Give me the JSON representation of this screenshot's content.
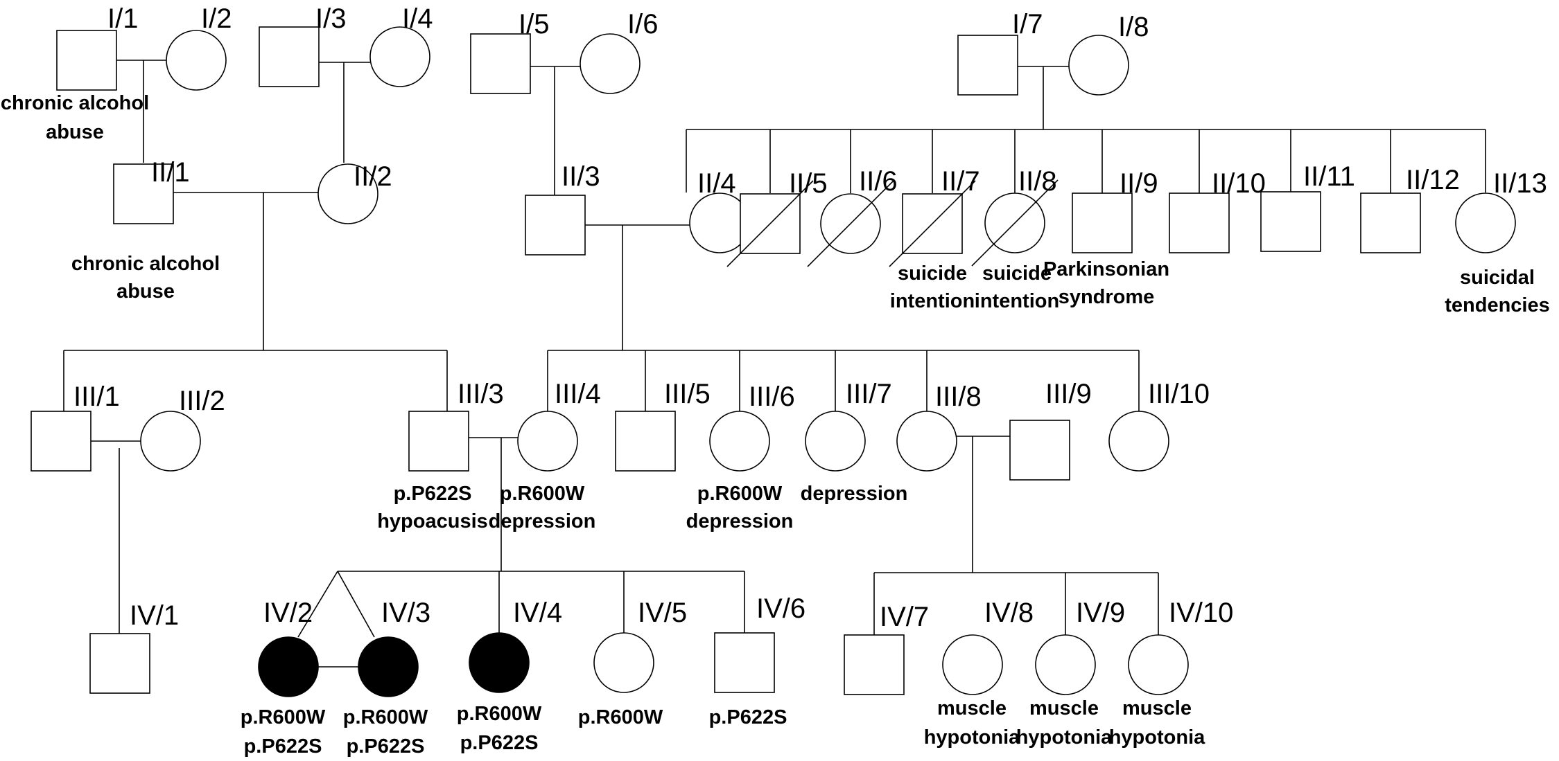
{
  "individuals": [
    {
      "id": "I/1",
      "sex": "male",
      "notes": [
        "chronic alcohol",
        "abuse"
      ]
    },
    {
      "id": "I/2",
      "sex": "female",
      "notes": []
    },
    {
      "id": "I/3",
      "sex": "male",
      "notes": []
    },
    {
      "id": "I/4",
      "sex": "female",
      "notes": []
    },
    {
      "id": "I/5",
      "sex": "male",
      "notes": []
    },
    {
      "id": "I/6",
      "sex": "female",
      "notes": []
    },
    {
      "id": "I/7",
      "sex": "male",
      "notes": []
    },
    {
      "id": "I/8",
      "sex": "female",
      "notes": []
    },
    {
      "id": "II/1",
      "sex": "male",
      "notes": [
        "chronic alcohol",
        "abuse"
      ]
    },
    {
      "id": "II/2",
      "sex": "female",
      "notes": []
    },
    {
      "id": "II/3",
      "sex": "male",
      "notes": []
    },
    {
      "id": "II/4",
      "sex": "female",
      "notes": []
    },
    {
      "id": "II/5",
      "sex": "male",
      "deceased": true,
      "notes": []
    },
    {
      "id": "II/6",
      "sex": "female",
      "deceased": true,
      "notes": []
    },
    {
      "id": "II/7",
      "sex": "male",
      "deceased": true,
      "notes": [
        "suicide",
        "intention"
      ]
    },
    {
      "id": "II/8",
      "sex": "female",
      "deceased": true,
      "notes": [
        "suicide",
        "intention"
      ]
    },
    {
      "id": "II/9",
      "sex": "male",
      "notes": [
        "Parkinsonian",
        "syndrome"
      ]
    },
    {
      "id": "II/10",
      "sex": "male",
      "notes": []
    },
    {
      "id": "II/11",
      "sex": "male",
      "notes": []
    },
    {
      "id": "II/12",
      "sex": "male",
      "notes": []
    },
    {
      "id": "II/13",
      "sex": "female",
      "notes": [
        "suicidal",
        "tendencies"
      ]
    },
    {
      "id": "III/1",
      "sex": "male",
      "notes": []
    },
    {
      "id": "III/2",
      "sex": "female",
      "notes": []
    },
    {
      "id": "III/3",
      "sex": "male",
      "notes": [
        "p.P622S",
        "hypoacusis"
      ]
    },
    {
      "id": "III/4",
      "sex": "female",
      "notes": [
        "p.R600W",
        "depression"
      ]
    },
    {
      "id": "III/5",
      "sex": "male",
      "notes": []
    },
    {
      "id": "III/6",
      "sex": "female",
      "notes": [
        "p.R600W",
        "depression"
      ]
    },
    {
      "id": "III/7",
      "sex": "female",
      "notes": [
        "depression"
      ]
    },
    {
      "id": "III/8",
      "sex": "female",
      "notes": []
    },
    {
      "id": "III/9",
      "sex": "male",
      "notes": []
    },
    {
      "id": "III/10",
      "sex": "female",
      "notes": []
    },
    {
      "id": "IV/1",
      "sex": "male",
      "notes": []
    },
    {
      "id": "IV/2",
      "sex": "female",
      "affected": true,
      "notes": [
        "p.R600W",
        "p.P622S"
      ]
    },
    {
      "id": "IV/3",
      "sex": "female",
      "affected": true,
      "notes": [
        "p.R600W",
        "p.P622S"
      ]
    },
    {
      "id": "IV/4",
      "sex": "female",
      "affected": true,
      "notes": [
        "p.R600W",
        "p.P622S"
      ]
    },
    {
      "id": "IV/5",
      "sex": "female",
      "notes": [
        "p.R600W"
      ]
    },
    {
      "id": "IV/6",
      "sex": "male",
      "notes": [
        "p.P622S"
      ]
    },
    {
      "id": "IV/7",
      "sex": "male",
      "notes": []
    },
    {
      "id": "IV/8",
      "sex": "female",
      "notes": [
        "muscle",
        "hypotonia"
      ]
    },
    {
      "id": "IV/9",
      "sex": "female",
      "notes": [
        "muscle",
        "hypotonia"
      ]
    },
    {
      "id": "IV/10",
      "sex": "female",
      "notes": [
        "muscle",
        "hypotonia"
      ]
    }
  ],
  "colors": {
    "line": "#000000",
    "affected_fill": "#000000",
    "unaffected_fill": "#ffffff"
  }
}
